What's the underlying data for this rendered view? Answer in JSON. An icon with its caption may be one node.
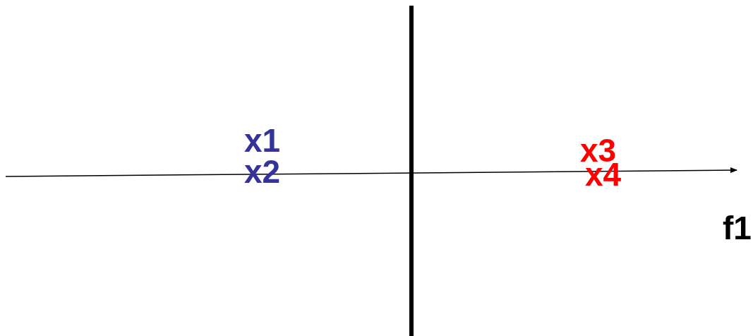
{
  "diagram": {
    "labels": [
      "x1",
      "x2",
      "x3",
      "x4",
      "f1"
    ]
  }
}
